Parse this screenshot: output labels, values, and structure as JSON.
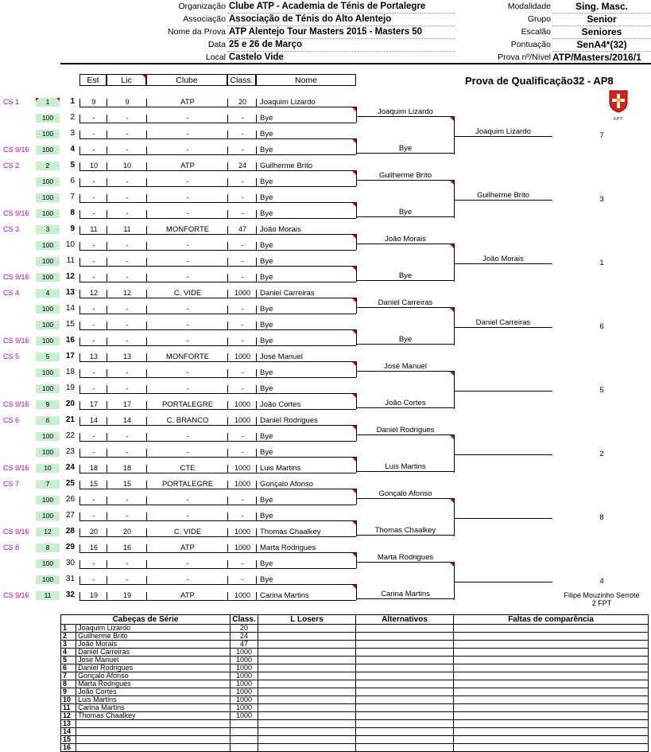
{
  "header": {
    "labels": [
      "Organização",
      "Associação",
      "Nome da Prova",
      "Data",
      "Local"
    ],
    "values": [
      "Clube ATP - Academia de Ténis de Portalegre",
      "Associação de Ténis do Alto Alentejo",
      "ATP Alentejo Tour Masters 2015 - Masters 50",
      "25 e 26 de Março",
      "Castelo Vide"
    ],
    "right_labels": [
      "Modalidade",
      "Grupo",
      "Escalão",
      "Pontuação",
      "Prova nº/Nível"
    ],
    "right_values": [
      "Sing. Masc.",
      "Senior",
      "Seniores",
      "SenA4*(32)",
      "ATP/Masters/2016/1"
    ]
  },
  "columns": {
    "est": "Est",
    "lic": "Lic",
    "clube": "Clube",
    "class": "Class.",
    "nome": "Nome"
  },
  "draw_title": "Prova de Qualificação32 - AP8",
  "logo_text": "F.P.T.",
  "entries": [
    {
      "cs": "CS 1",
      "pts": "1",
      "pos": "1",
      "est": "9",
      "lic": "9",
      "club": "ATP",
      "cls": "20",
      "name": "Joaquim Lizardo"
    },
    {
      "cs": "",
      "pts": "100",
      "pos": "2",
      "est": "-",
      "lic": "-",
      "club": "-",
      "cls": "-",
      "name": "Bye"
    },
    {
      "cs": "",
      "pts": "100",
      "pos": "3",
      "est": "-",
      "lic": "-",
      "club": "-",
      "cls": "-",
      "name": "Bye"
    },
    {
      "cs": "CS 9/16",
      "pts": "100",
      "pos": "4",
      "est": "-",
      "lic": "-",
      "club": "-",
      "cls": "-",
      "name": "Bye"
    },
    {
      "cs": "CS 2",
      "pts": "2",
      "pos": "5",
      "est": "10",
      "lic": "10",
      "club": "ATP",
      "cls": "24",
      "name": "Guilherme Brito"
    },
    {
      "cs": "",
      "pts": "100",
      "pos": "6",
      "est": "-",
      "lic": "-",
      "club": "-",
      "cls": "-",
      "name": "Bye"
    },
    {
      "cs": "",
      "pts": "100",
      "pos": "7",
      "est": "-",
      "lic": "-",
      "club": "-",
      "cls": "-",
      "name": "Bye"
    },
    {
      "cs": "CS 9/16",
      "pts": "100",
      "pos": "8",
      "est": "-",
      "lic": "-",
      "club": "-",
      "cls": "-",
      "name": "Bye"
    },
    {
      "cs": "CS 3",
      "pts": "3",
      "pos": "9",
      "est": "11",
      "lic": "11",
      "club": "MONFORTE",
      "cls": "47",
      "name": "João Morais"
    },
    {
      "cs": "",
      "pts": "100",
      "pos": "10",
      "est": "-",
      "lic": "-",
      "club": "-",
      "cls": "-",
      "name": "Bye"
    },
    {
      "cs": "",
      "pts": "100",
      "pos": "11",
      "est": "-",
      "lic": "-",
      "club": "-",
      "cls": "-",
      "name": "Bye"
    },
    {
      "cs": "CS 9/16",
      "pts": "100",
      "pos": "12",
      "est": "-",
      "lic": "-",
      "club": "-",
      "cls": "-",
      "name": "Bye"
    },
    {
      "cs": "CS 4",
      "pts": "4",
      "pos": "13",
      "est": "12",
      "lic": "12",
      "club": "C. VIDE",
      "cls": "1000",
      "name": "Daniel Carreiras"
    },
    {
      "cs": "",
      "pts": "100",
      "pos": "14",
      "est": "-",
      "lic": "-",
      "club": "-",
      "cls": "-",
      "name": "Bye"
    },
    {
      "cs": "",
      "pts": "100",
      "pos": "15",
      "est": "-",
      "lic": "-",
      "club": "-",
      "cls": "-",
      "name": "Bye"
    },
    {
      "cs": "CS 9/16",
      "pts": "100",
      "pos": "16",
      "est": "-",
      "lic": "-",
      "club": "-",
      "cls": "-",
      "name": "Bye"
    },
    {
      "cs": "CS 5",
      "pts": "5",
      "pos": "17",
      "est": "13",
      "lic": "13",
      "club": "MONFORTE",
      "cls": "1000",
      "name": "José Manuel"
    },
    {
      "cs": "",
      "pts": "100",
      "pos": "18",
      "est": "-",
      "lic": "-",
      "club": "-",
      "cls": "-",
      "name": "Bye"
    },
    {
      "cs": "",
      "pts": "100",
      "pos": "19",
      "est": "-",
      "lic": "-",
      "club": "-",
      "cls": "-",
      "name": "Bye"
    },
    {
      "cs": "CS 9/16",
      "pts": "9",
      "pos": "20",
      "est": "17",
      "lic": "17",
      "club": "PORTALEGRE",
      "cls": "1000",
      "name": "João Cortes"
    },
    {
      "cs": "CS 6",
      "pts": "6",
      "pos": "21",
      "est": "14",
      "lic": "14",
      "club": "C. BRANCO",
      "cls": "1000",
      "name": "Daniel Rodrigues"
    },
    {
      "cs": "",
      "pts": "100",
      "pos": "22",
      "est": "-",
      "lic": "-",
      "club": "-",
      "cls": "-",
      "name": "Bye"
    },
    {
      "cs": "",
      "pts": "100",
      "pos": "23",
      "est": "-",
      "lic": "-",
      "club": "-",
      "cls": "-",
      "name": "Bye"
    },
    {
      "cs": "CS 9/16",
      "pts": "10",
      "pos": "24",
      "est": "18",
      "lic": "18",
      "club": "CTE",
      "cls": "1000",
      "name": "Luis Martins"
    },
    {
      "cs": "CS 7",
      "pts": "7",
      "pos": "25",
      "est": "15",
      "lic": "15",
      "club": "PORTALEGRE",
      "cls": "1000",
      "name": "Gonçalo Afonso"
    },
    {
      "cs": "",
      "pts": "100",
      "pos": "26",
      "est": "-",
      "lic": "-",
      "club": "-",
      "cls": "-",
      "name": "Bye"
    },
    {
      "cs": "",
      "pts": "100",
      "pos": "27",
      "est": "-",
      "lic": "-",
      "club": "-",
      "cls": "-",
      "name": "Bye"
    },
    {
      "cs": "CS 9/16",
      "pts": "12",
      "pos": "28",
      "est": "20",
      "lic": "20",
      "club": "C. VIDE",
      "cls": "1000",
      "name": "Thomas Chaalkey"
    },
    {
      "cs": "CS 8",
      "pts": "8",
      "pos": "29",
      "est": "16",
      "lic": "16",
      "club": "ATP",
      "cls": "1000",
      "name": "Marta Rodrigues"
    },
    {
      "cs": "",
      "pts": "100",
      "pos": "30",
      "est": "-",
      "lic": "-",
      "club": "-",
      "cls": "-",
      "name": "Bye"
    },
    {
      "cs": "",
      "pts": "100",
      "pos": "31",
      "est": "-",
      "lic": "-",
      "club": "-",
      "cls": "-",
      "name": "Bye"
    },
    {
      "cs": "CS 9/16",
      "pts": "11",
      "pos": "32",
      "est": "19",
      "lic": "19",
      "club": "ATP",
      "cls": "1000",
      "name": "Carina Martins"
    }
  ],
  "round2": [
    "Joaquim Lizardo",
    "Bye",
    "Guilherme Brito",
    "Bye",
    "João Morais",
    "Bye",
    "Daniel Carreiras",
    "Bye",
    "José Manuel",
    "João Cortes",
    "Daniel Rodrigues",
    "Luis Martins",
    "Gonçalo Afonso",
    "Thomas Chaalkey",
    "Marta Rodrigues",
    "Carina Martins"
  ],
  "round3": [
    "Joaquim Lizardo",
    "Guilherme Brito",
    "João Morais",
    "Daniel Carreiras",
    "",
    "",
    "",
    ""
  ],
  "qualifier_numbers": [
    "7",
    "3",
    "1",
    "6",
    "5",
    "2",
    "8",
    "4"
  ],
  "referee": {
    "name": "Filipe Mouzinho Serrote",
    "role": "2 FPT"
  },
  "summary": {
    "headers": [
      "Cabeças de Série",
      "Class.",
      "L Losers",
      "Alternativos",
      "Faltas de comparência"
    ],
    "rows": [
      {
        "n": "1",
        "name": "Joaquim Lizardo",
        "cls": "20"
      },
      {
        "n": "2",
        "name": "Guilherme Brito",
        "cls": "24"
      },
      {
        "n": "3",
        "name": "João Morais",
        "cls": "47"
      },
      {
        "n": "4",
        "name": "Daniel Carreiras",
        "cls": "1000"
      },
      {
        "n": "5",
        "name": "Jose Manuel",
        "cls": "1000"
      },
      {
        "n": "6",
        "name": "Daniel Rodrigues",
        "cls": "1000"
      },
      {
        "n": "7",
        "name": "Gonçalo Afonso",
        "cls": "1000"
      },
      {
        "n": "8",
        "name": "Marta Rodrigues",
        "cls": "1000"
      },
      {
        "n": "9",
        "name": "João Cortes",
        "cls": "1000"
      },
      {
        "n": "10",
        "name": "Luis Martins",
        "cls": "1000"
      },
      {
        "n": "11",
        "name": "Carina Martins",
        "cls": "1000"
      },
      {
        "n": "12",
        "name": "Thomas Chaalkey",
        "cls": "1000"
      },
      {
        "n": "13",
        "name": "",
        "cls": ""
      },
      {
        "n": "14",
        "name": "",
        "cls": ""
      },
      {
        "n": "15",
        "name": "",
        "cls": ""
      },
      {
        "n": "16",
        "name": "",
        "cls": ""
      }
    ]
  }
}
